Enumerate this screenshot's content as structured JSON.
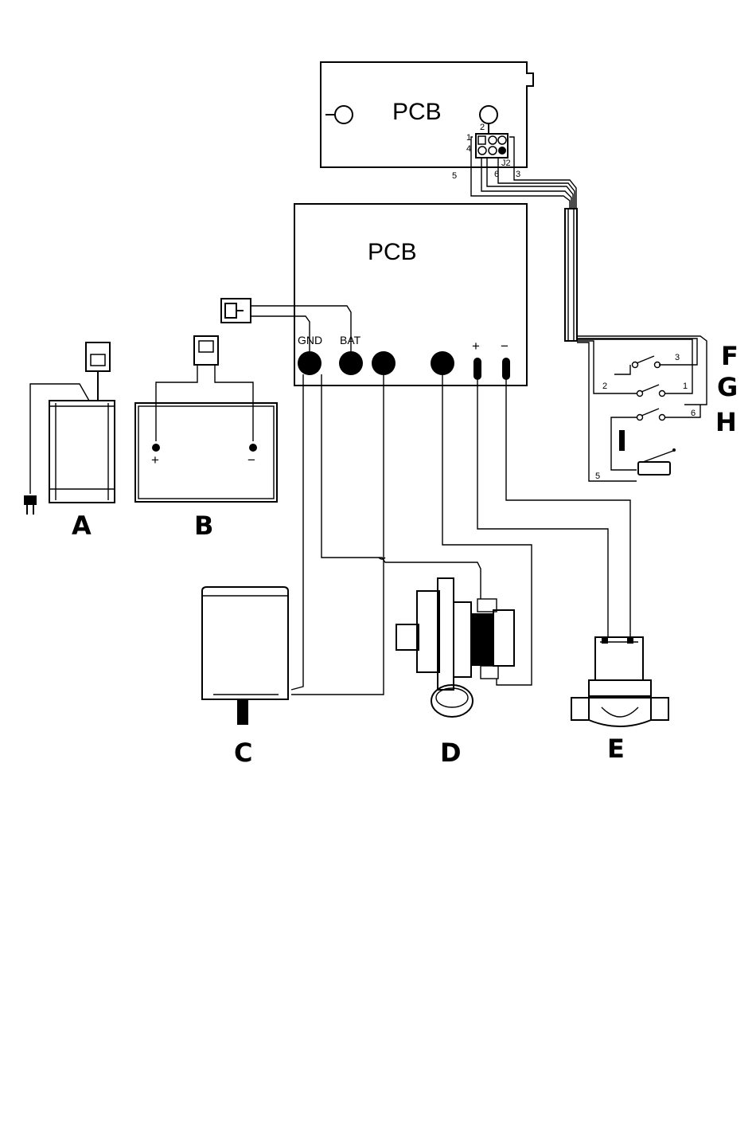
{
  "top_pcb": {
    "label": "PCB",
    "connector_label": "J2",
    "pins": [
      "1",
      "2",
      "3",
      "4",
      "5",
      "6"
    ]
  },
  "main_pcb": {
    "label": "PCB",
    "terminals": {
      "gnd": "GND",
      "bat": "BAT",
      "plus": "+",
      "minus": "−"
    }
  },
  "components": {
    "a": "A",
    "b": "B",
    "c": "C",
    "d": "D",
    "e": "E",
    "f": "F",
    "g": "G",
    "h": "H",
    "i": "I"
  },
  "battery": {
    "plus": "+",
    "minus": "−"
  },
  "switch_wires": [
    "1",
    "2",
    "3",
    "5",
    "6"
  ]
}
